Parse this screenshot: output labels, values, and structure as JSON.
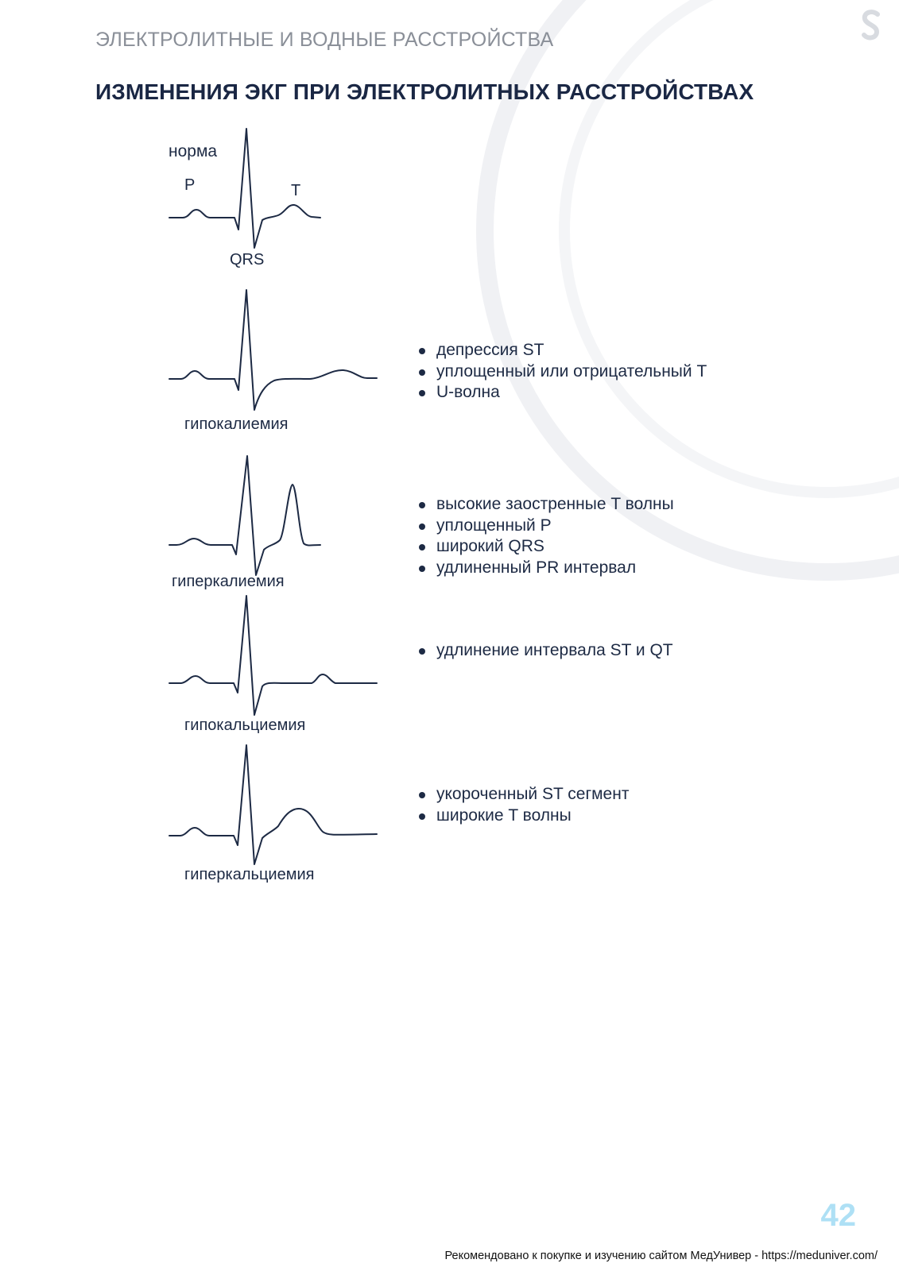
{
  "header": {
    "section": "ЭЛЕКТРОЛИТНЫЕ И ВОДНЫЕ РАССТРОЙСТВА",
    "title": "ИЗМЕНЕНИЯ ЭКГ ПРИ ЭЛЕКТРОЛИТНЫХ РАССТРОЙСТВАХ"
  },
  "normal": {
    "label": "норма",
    "p": "P",
    "t": "T",
    "qrs": "QRS"
  },
  "conditions": [
    {
      "name": "гипокалиемия",
      "changes": [
        "депрессия ST",
        "уплощенный или отрицательный T",
        "U-волна"
      ]
    },
    {
      "name": "гиперкалиемия",
      "changes": [
        "высокие заостренные T волны",
        "уплощенный P",
        "широкий QRS",
        "удлиненный PR интервал"
      ]
    },
    {
      "name": "гипокальциемия",
      "changes": [
        "удлинение интервала ST и QT"
      ]
    },
    {
      "name": "гиперкальциемия",
      "changes": [
        "укороченный ST сегмент",
        "широкие T волны"
      ]
    }
  ],
  "page_number": "42",
  "footer": "Рекомендовано к покупке и изучению сайтом МедУнивер - https://meduniver.com/",
  "colors": {
    "title": "#1a2744",
    "header": "#8a8f98",
    "page_number": "#aee0f5",
    "line": "#1d2a44"
  }
}
